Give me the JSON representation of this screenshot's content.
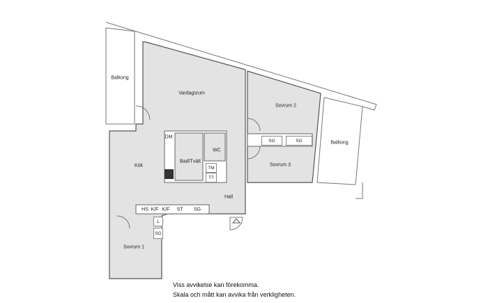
{
  "rooms": {
    "balkong_left": "Balkong",
    "vardagsrum": "Vardagsrum",
    "sovrum2": "Sovrum 2",
    "sg1": "SG",
    "sg2": "SG",
    "balkong_right": "Balkong",
    "sovrum3": "Sovrum 3",
    "kok": "Kök",
    "bad": "Bad/Tvätt",
    "wc": "WC",
    "dm": "DM",
    "tm": "TM",
    "tt": "TT",
    "hall": "Hall",
    "hs": "HS",
    "kf1": "K/F",
    "kf2": "K/F",
    "st": "ST",
    "sg3": "SG",
    "l": "L",
    "sg4": "SG",
    "sovrum1": "Sovrum 1"
  },
  "notes": {
    "line1": "Viss avvikelse kan förekomma.",
    "line2": "Skala och mått kan avvika från verkligheten."
  }
}
